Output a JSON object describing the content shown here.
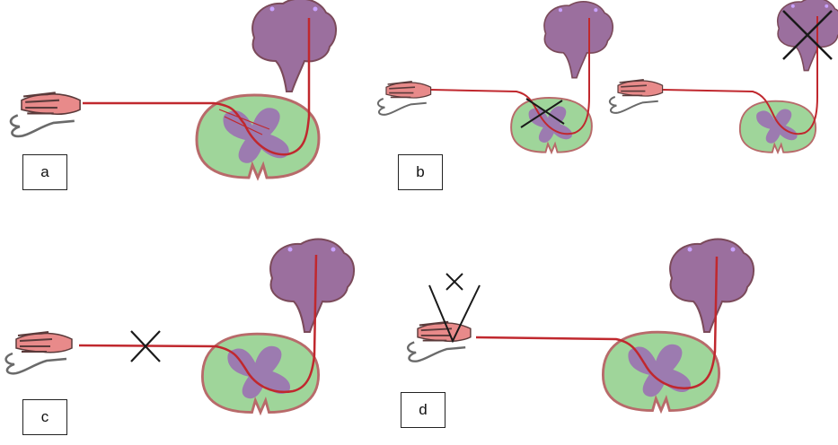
{
  "panels": [
    {
      "id": "a",
      "label": "a",
      "lesion": "none"
    },
    {
      "id": "b",
      "label": "b",
      "lesion": "spinal-cord-and-brain"
    },
    {
      "id": "c",
      "label": "c",
      "lesion": "peripheral-nerve"
    },
    {
      "id": "d",
      "label": "d",
      "lesion": "receptor"
    }
  ],
  "colors": {
    "nerve": "#c0282e",
    "brain": "#9b6f9e",
    "brain_outline": "#7b4a5a",
    "cord_white_matter": "#9fd59a",
    "cord_grey_matter": "#9c7bb0",
    "cord_outline": "#b86a6a",
    "hand_fill": "#e88a8a",
    "lesion_mark": "#1a1a1a"
  }
}
